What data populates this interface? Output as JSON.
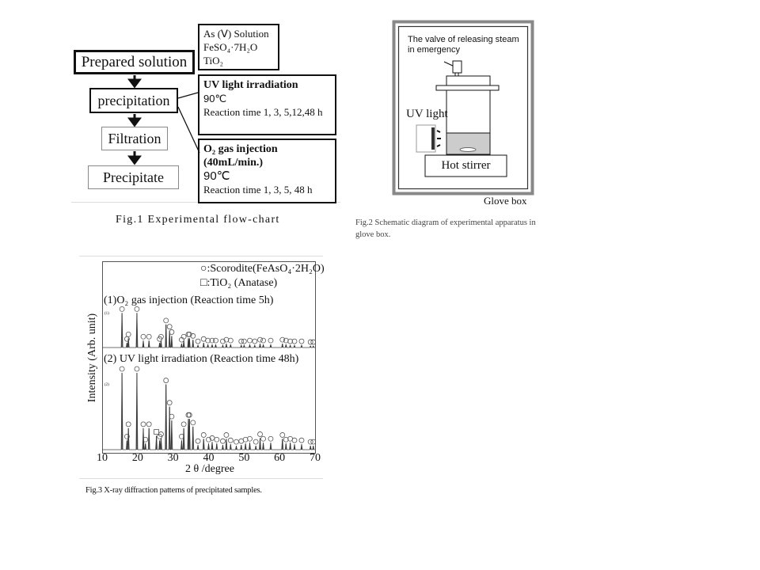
{
  "fig1": {
    "prepared": "Prepared solution",
    "precipitation": "precipitation",
    "filtration": "Filtration",
    "precipitate": "Precipitate",
    "solution_lines": [
      "As (Ⅴ) Solution",
      "FeSO₄·7H₂O",
      "TiO₂"
    ],
    "uv": {
      "title": "UV light irradiation",
      "temp": "90℃",
      "time": "Reaction time 1, 3, 5,12,48 h"
    },
    "o2": {
      "title1": "O₂ gas injection",
      "title2": "(40mL/min.)",
      "temp": "90℃",
      "time": "Reaction time 1, 3, 5, 48 h"
    },
    "caption": "Fig.1 Experimental flow-chart"
  },
  "fig2": {
    "valve_label_1": "The valve of releasing steam",
    "valve_label_2": "in emergency",
    "uv_label": "UV light",
    "stirrer": "Hot stirrer",
    "glove_box": "Glove box",
    "caption_1": "Fig.2 Schematic diagram of experimental apparatus in",
    "caption_2": "glove box."
  },
  "fig3": {
    "legend_scorodite": "○:Scorodite(FeAsO₄·2H₂O)",
    "legend_tio2": "□:TiO₂ (Anatase)",
    "caption": "Fig.3 X-ray diffraction patterns of precipitated samples."
  },
  "chart_data": {
    "type": "line",
    "title": "",
    "xlabel": "2 θ /degree",
    "ylabel": "Intensity (Arb. unit)",
    "xlim": [
      10,
      70
    ],
    "xticks": [
      "10",
      "20",
      "30",
      "40",
      "50",
      "60",
      "70"
    ],
    "grid": false,
    "series": [
      {
        "name": "(1)O₂ gas injection (Reaction time 5h)",
        "tag": "(1)",
        "peaks": [
          [
            15.6,
            45,
            "o"
          ],
          [
            17.0,
            6,
            "o"
          ],
          [
            17.4,
            12,
            "o"
          ],
          [
            19.8,
            45,
            "o"
          ],
          [
            21.6,
            9,
            "o"
          ],
          [
            23.2,
            9,
            "o"
          ],
          [
            26.2,
            6,
            "o"
          ],
          [
            26.6,
            9,
            "o"
          ],
          [
            28.0,
            30,
            "o"
          ],
          [
            29.0,
            22,
            "o"
          ],
          [
            29.6,
            15,
            "o"
          ],
          [
            32.4,
            5,
            "o"
          ],
          [
            33.0,
            9,
            "o"
          ],
          [
            34.3,
            12,
            "o"
          ],
          [
            34.6,
            12,
            "o"
          ],
          [
            35.6,
            10,
            "o"
          ],
          [
            37.0,
            3,
            "o"
          ],
          [
            38.6,
            6,
            "o"
          ],
          [
            39.8,
            4,
            "o"
          ],
          [
            41.0,
            4,
            "o"
          ],
          [
            42.0,
            4,
            "o"
          ],
          [
            44.0,
            3,
            "o"
          ],
          [
            45.0,
            5,
            "o"
          ],
          [
            46.2,
            4,
            "o"
          ],
          [
            49.2,
            3,
            "o"
          ],
          [
            50.0,
            3,
            "o"
          ],
          [
            51.6,
            4,
            "o"
          ],
          [
            53.0,
            3,
            "o"
          ],
          [
            54.5,
            5,
            "o"
          ],
          [
            55.4,
            4,
            "o"
          ],
          [
            57.5,
            4,
            "o"
          ],
          [
            60.8,
            5,
            "o"
          ],
          [
            61.8,
            4,
            "o"
          ],
          [
            63.0,
            3,
            "o"
          ],
          [
            64.2,
            3,
            "o"
          ],
          [
            66.2,
            3,
            "o"
          ],
          [
            68.7,
            2,
            "o"
          ],
          [
            69.5,
            2,
            "o"
          ]
        ]
      },
      {
        "name": "(2) UV light irradiation (Reaction time 48h)",
        "tag": "(2)",
        "peaks": [
          [
            15.6,
            100,
            "o"
          ],
          [
            17.0,
            12,
            "o"
          ],
          [
            17.4,
            28,
            "o"
          ],
          [
            19.8,
            100,
            "o"
          ],
          [
            21.6,
            28,
            "o"
          ],
          [
            22.2,
            8,
            "o"
          ],
          [
            23.2,
            28,
            "o"
          ],
          [
            25.3,
            18,
            "s"
          ],
          [
            26.2,
            12,
            "o"
          ],
          [
            26.6,
            15,
            "o"
          ],
          [
            28.0,
            85,
            "o"
          ],
          [
            29.0,
            56,
            "o"
          ],
          [
            29.6,
            38,
            "o"
          ],
          [
            32.4,
            12,
            "o"
          ],
          [
            33.0,
            28,
            "o"
          ],
          [
            34.3,
            40,
            "o"
          ],
          [
            34.6,
            40,
            "o"
          ],
          [
            35.6,
            30,
            "o"
          ],
          [
            37.0,
            6,
            "o"
          ],
          [
            38.6,
            14,
            "o"
          ],
          [
            40.0,
            8,
            "o"
          ],
          [
            41.0,
            10,
            "o"
          ],
          [
            42.3,
            8,
            "o"
          ],
          [
            44.0,
            6,
            "o"
          ],
          [
            45.0,
            14,
            "o"
          ],
          [
            46.2,
            7,
            "o"
          ],
          [
            47.8,
            5,
            "o"
          ],
          [
            49.2,
            6,
            "o"
          ],
          [
            50.4,
            8,
            "o"
          ],
          [
            51.6,
            9,
            "o"
          ],
          [
            53.3,
            5,
            "o"
          ],
          [
            54.5,
            15,
            "o"
          ],
          [
            55.4,
            9,
            "o"
          ],
          [
            57.5,
            9,
            "o"
          ],
          [
            60.8,
            14,
            "o"
          ],
          [
            61.8,
            8,
            "o"
          ],
          [
            63.0,
            9,
            "o"
          ],
          [
            64.2,
            7,
            "o"
          ],
          [
            66.2,
            7,
            "o"
          ],
          [
            68.7,
            5,
            "o"
          ],
          [
            69.5,
            5,
            "o"
          ]
        ]
      }
    ]
  }
}
